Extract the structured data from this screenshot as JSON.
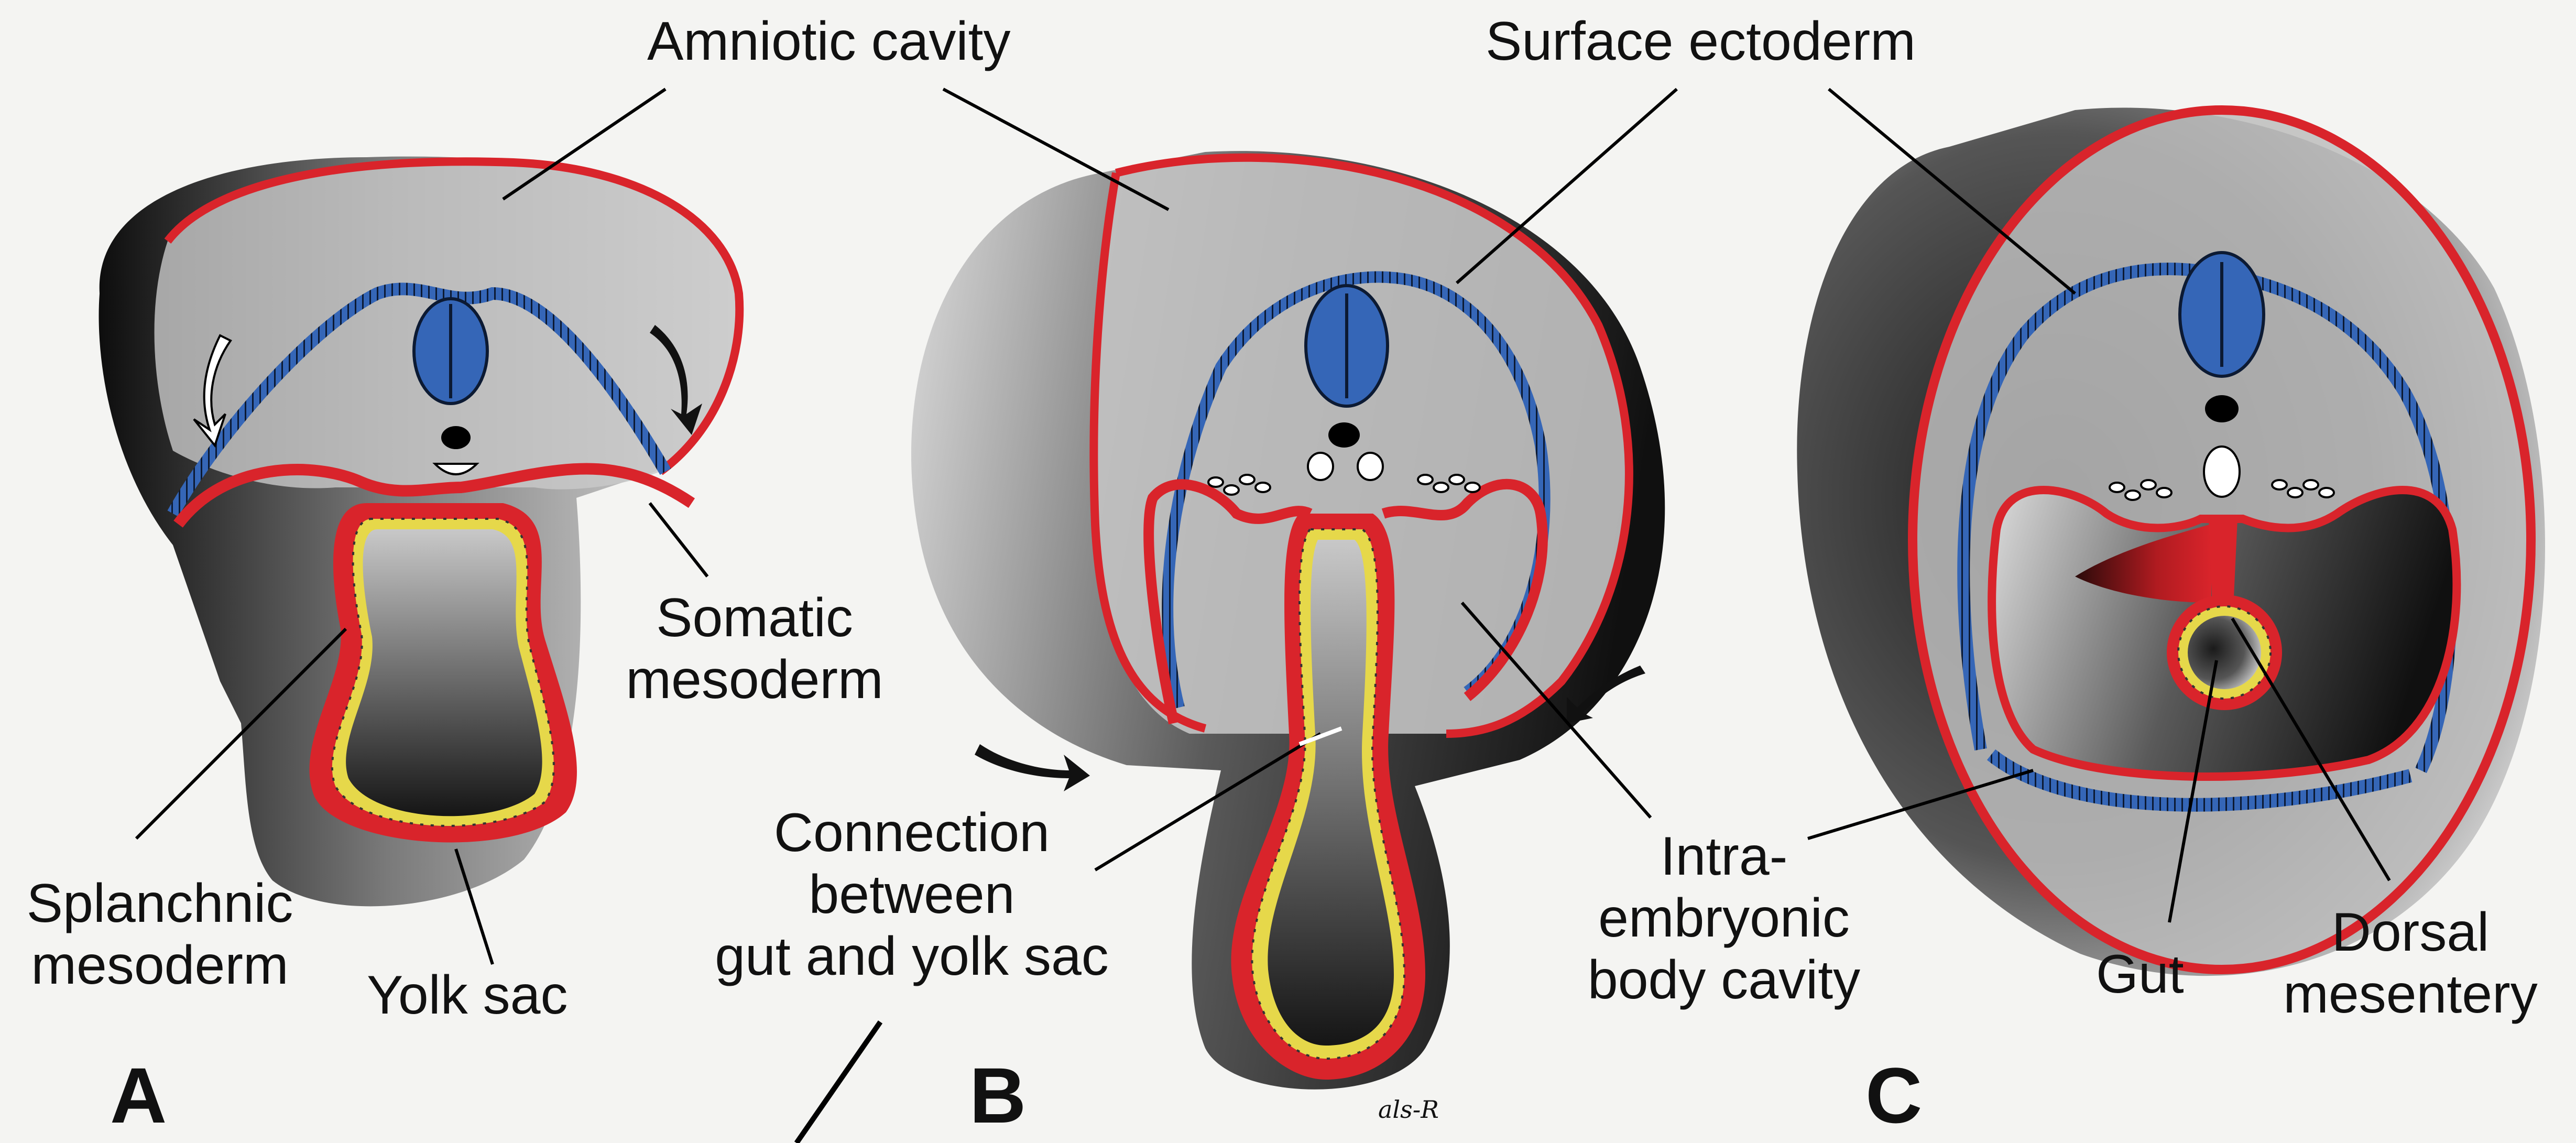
{
  "labels": {
    "amniotic_cavity": "Amniotic cavity",
    "surface_ectoderm": "Surface ectoderm",
    "somatic_mesoderm": [
      "Somatic",
      "mesoderm"
    ],
    "splanchnic_mesoderm": [
      "Splanchnic",
      "mesoderm"
    ],
    "yolk_sac": "Yolk sac",
    "connection": [
      "Connection",
      "between",
      "gut and yolk sac"
    ],
    "intraembryonic": [
      "Intra-",
      "embryonic",
      "body cavity"
    ],
    "gut": "Gut",
    "dorsal_mesentery": [
      "Dorsal",
      "mesentery"
    ]
  },
  "panels": [
    "A",
    "B",
    "C"
  ],
  "signature": "als-R",
  "colors": {
    "background": "#f4f4f2",
    "mesoderm_red": "#d9242b",
    "ectoderm_blue": "#3566b7",
    "endoderm_yellow": "#e6d84a",
    "tissue_dark": "#1a1a1a",
    "tissue_light": "#d9d9d9"
  }
}
